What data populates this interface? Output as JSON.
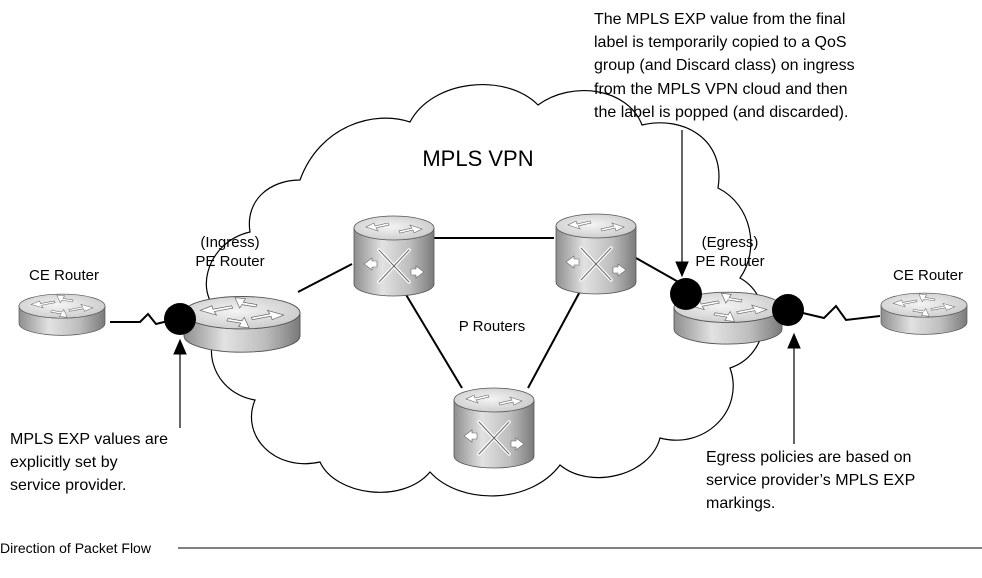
{
  "cloud_label": "MPLS VPN",
  "ce_left": {
    "label": "CE Router"
  },
  "pe_ingress": {
    "label_line1": "(Ingress)",
    "label_line2": "PE Router"
  },
  "pe_egress": {
    "label_line1": "(Egress)",
    "label_line2": "PE Router"
  },
  "ce_right": {
    "label": "CE Router"
  },
  "p_routers_label": "P Routers",
  "annotation_top_right": [
    "The MPLS EXP value from the final",
    "label is temporarily copied to a QoS",
    "group (and Discard class) on ingress",
    "from the MPLS VPN cloud and then",
    "the label is popped (and discarded)."
  ],
  "annotation_bottom_left": [
    "MPLS EXP values are",
    "explicitly set by",
    "service provider."
  ],
  "annotation_bottom_right": [
    "Egress policies are based on",
    "service provider’s MPLS EXP",
    "markings."
  ],
  "footer": {
    "direction_label": "Direction of Packet Flow"
  },
  "icons": {
    "edge_router": "router-icon",
    "core_router": "label-switch-router-icon",
    "policy_point": "policy-point-dot"
  },
  "colors": {
    "router_top": "#e4e4e4",
    "router_side": "#b6b6b6",
    "dot": "#000000",
    "line": "#000000"
  }
}
